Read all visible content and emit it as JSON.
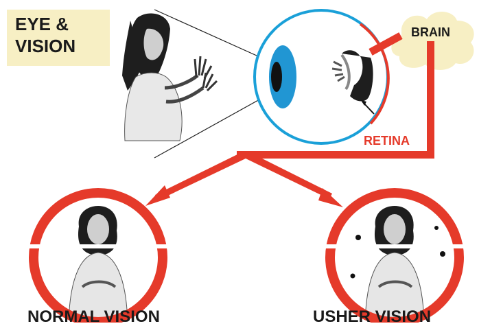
{
  "title": {
    "line1": "EYE &",
    "line2": "VISION"
  },
  "labels": {
    "brain": "BRAIN",
    "retina": "RETINA",
    "normal_vision": "NORMAL VISION",
    "usher_vision": "USHER VISION"
  },
  "colors": {
    "accent_red": "#e53a2a",
    "eye_outline": "#1aa0d8",
    "lens_blue": "#2196d3",
    "brain_cloud": "#f7efc4",
    "text_dark": "#1a1a1a"
  },
  "icons": {
    "person_figure": "signing-person",
    "brain": "brain-cloud",
    "eye": "eye-cross-section"
  }
}
